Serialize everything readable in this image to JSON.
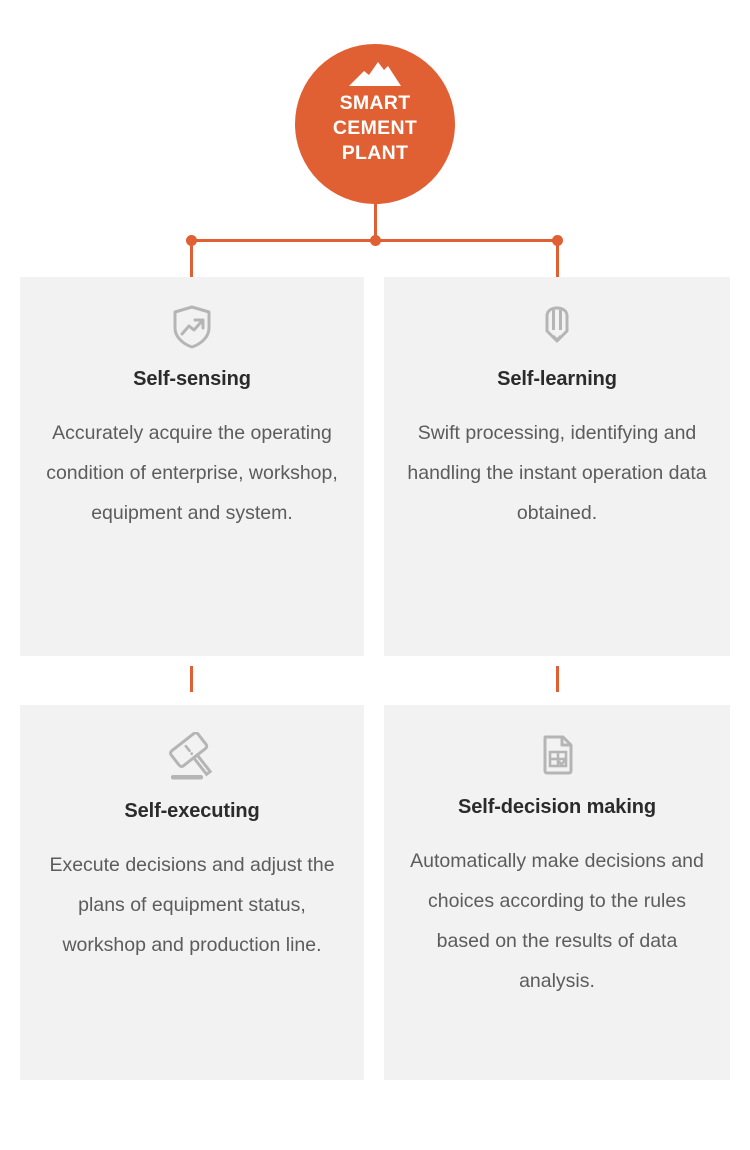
{
  "hub": {
    "icon": "mountain-icon",
    "title": "SMART\nCEMENT\nPLANT",
    "color": "#e05f33"
  },
  "connectors": {
    "color": "#e05f33",
    "dot_count": 3
  },
  "theme": {
    "accent": "#e05f33",
    "card_background": "#f2f2f2",
    "icon_gray": "#b5b5b5",
    "title_color": "#2b2b2b",
    "body_color": "#5c5c5c",
    "page_background": "#ffffff"
  },
  "cards": [
    {
      "icon": "shield-trending-up-icon",
      "title": "Self-sensing",
      "body": "Accurately acquire the operating condition of enterprise, workshop, equipment and system."
    },
    {
      "icon": "pencil-icon",
      "title": "Self-learning",
      "body": "Swift processing, identifying and handling the instant operation data obtained."
    },
    {
      "icon": "gavel-icon",
      "title": "Self-executing",
      "body": "Execute decisions and adjust the plans of equipment status, workshop and production line."
    },
    {
      "icon": "document-table-check-icon",
      "title": "Self-decision making",
      "body": "Automatically make decisions and choices according to the rules based on the results of data analysis."
    }
  ]
}
